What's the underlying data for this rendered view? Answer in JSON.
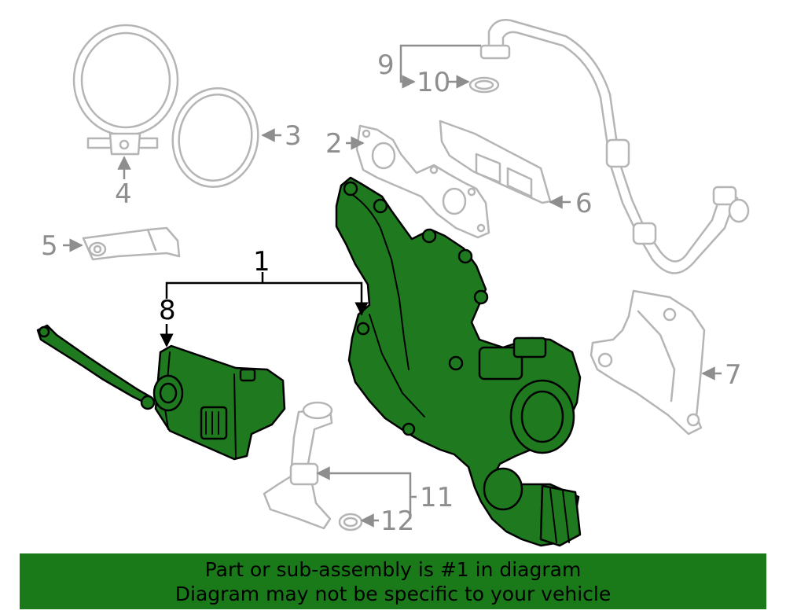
{
  "colors": {
    "highlight_green": "#1f7a1f",
    "banner_green": "#1a7a1a",
    "gray_part_line": "#b5b5b5",
    "gray_callout_text": "#8e8e8e",
    "black": "#000000"
  },
  "callouts": {
    "c1": "1",
    "c2": "2",
    "c3": "3",
    "c4": "4",
    "c5": "5",
    "c6": "6",
    "c7": "7",
    "c8": "8",
    "c9": "9",
    "c10": "10",
    "c11": "11",
    "c12": "12"
  },
  "footer": {
    "line1": "Part or sub-assembly is #1 in diagram",
    "line2": "Diagram may not be specific to your vehicle"
  }
}
